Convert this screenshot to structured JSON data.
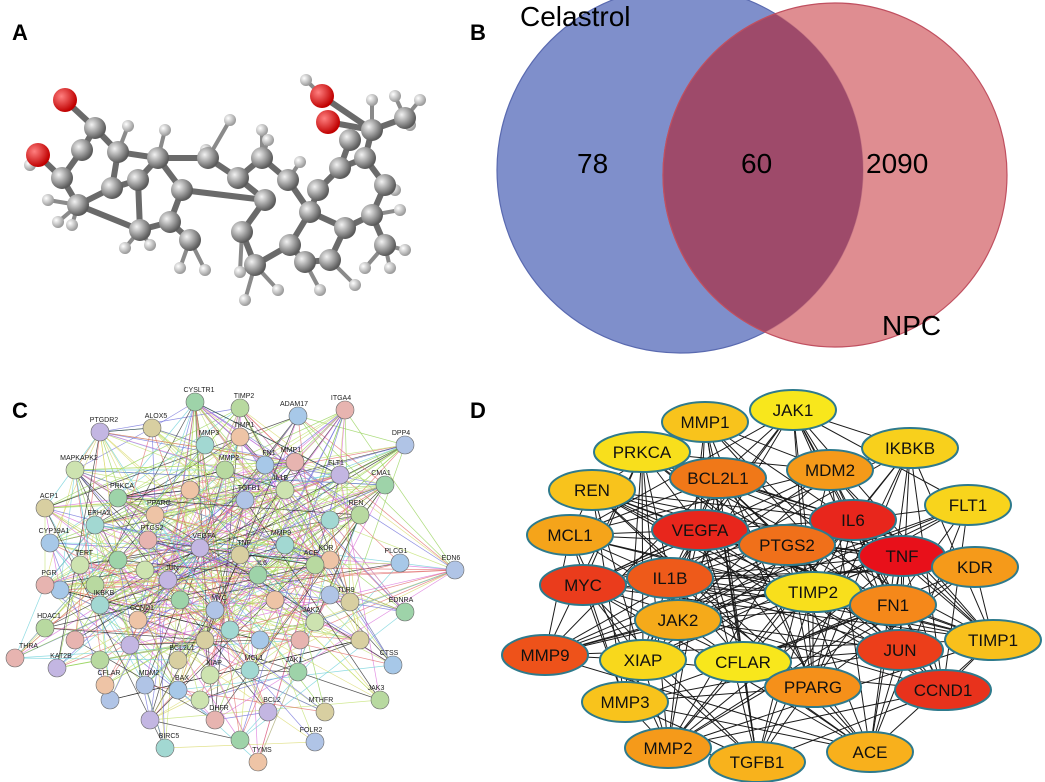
{
  "panels": {
    "a": "A",
    "b": "B",
    "c": "C",
    "d": "D"
  },
  "venn": {
    "set_left": "Celastrol",
    "set_right": "NPC",
    "left_only": "78",
    "overlap": "60",
    "right_only": "2090",
    "colors": {
      "left": "#7f8fcb",
      "right": "#d9797e",
      "overlap": "#9e4a6a"
    }
  },
  "ppi_network": {
    "proteins": [
      "CYSLTR1",
      "TIMP2",
      "ADAM17",
      "ITGA4",
      "PTGDR2",
      "ALOX5",
      "MMP3",
      "TIMP1",
      "DPP4",
      "MAPKAPK2",
      "PRKCA",
      "MMP2",
      "FN1",
      "MMP1",
      "FLT1",
      "ACP1",
      "EPHA2",
      "PPARG",
      "TGFB1",
      "IL1B",
      "CMA1",
      "REN",
      "CYP19A1",
      "PTGS2",
      "VEGFA",
      "TNF",
      "MMP9",
      "KDR",
      "EDN6",
      "TERT",
      "IL6",
      "ACE",
      "PLCG1",
      "PGR",
      "JUN",
      "TLR9",
      "IKBKB",
      "CCND1",
      "MYC",
      "JAK2",
      "EDNRA",
      "HDAC1",
      "CTSS",
      "THRA",
      "KAT2B",
      "BCL2L1",
      "MCL1",
      "CFLAR",
      "MDM2",
      "XIAP",
      "JAK1",
      "JAK3",
      "BAX",
      "DHFR",
      "BCL2",
      "MTHFR",
      "BIRC5",
      "TYMS",
      "FOLR2"
    ]
  },
  "hub_network": {
    "nodes": [
      {
        "label": "JAK1",
        "color": "#f8e71c"
      },
      {
        "label": "MMP1",
        "color": "#f8c31c"
      },
      {
        "label": "PRKCA",
        "color": "#f8df1c"
      },
      {
        "label": "IKBKB",
        "color": "#f8d01c"
      },
      {
        "label": "BCL2L1",
        "color": "#f07818"
      },
      {
        "label": "MDM2",
        "color": "#f59a1a"
      },
      {
        "label": "REN",
        "color": "#f8c31c"
      },
      {
        "label": "FLT1",
        "color": "#f8d41c"
      },
      {
        "label": "VEGFA",
        "color": "#e8261c"
      },
      {
        "label": "IL6",
        "color": "#e8261c"
      },
      {
        "label": "MCL1",
        "color": "#f5a41a"
      },
      {
        "label": "PTGS2",
        "color": "#f0701a"
      },
      {
        "label": "TNF",
        "color": "#e8101a"
      },
      {
        "label": "KDR",
        "color": "#f59a1a"
      },
      {
        "label": "MYC",
        "color": "#ea3c1c"
      },
      {
        "label": "IL1B",
        "color": "#ee5a1a"
      },
      {
        "label": "TIMP2",
        "color": "#f8df1c"
      },
      {
        "label": "FN1",
        "color": "#f5881a"
      },
      {
        "label": "JAK2",
        "color": "#f5aa1a"
      },
      {
        "label": "TIMP1",
        "color": "#f8c01c"
      },
      {
        "label": "MMP9",
        "color": "#ee521a"
      },
      {
        "label": "XIAP",
        "color": "#f8d81c"
      },
      {
        "label": "CFLAR",
        "color": "#f8e71c"
      },
      {
        "label": "JUN",
        "color": "#ec3e1a"
      },
      {
        "label": "PPARG",
        "color": "#f5901a"
      },
      {
        "label": "CCND1",
        "color": "#e8321c"
      },
      {
        "label": "MMP3",
        "color": "#f8c31c"
      },
      {
        "label": "MMP2",
        "color": "#f59a1a"
      },
      {
        "label": "TGFB1",
        "color": "#f8b21c"
      },
      {
        "label": "ACE",
        "color": "#f8b01c"
      }
    ]
  }
}
